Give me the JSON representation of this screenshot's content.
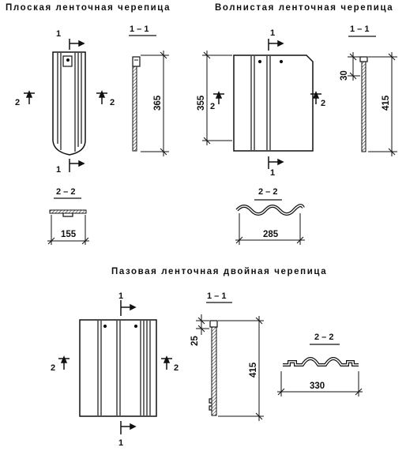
{
  "titles": {
    "flat": "Плоская ленточная черепица",
    "wavy": "Волнистая ленточная черепица",
    "groove": "Пазовая ленточная двойная черепица"
  },
  "flat": {
    "cut_top": "1",
    "cut_bottom": "1",
    "side_left": "2",
    "side_right": "2",
    "section_11": "1 – 1",
    "height": "365",
    "section_22": "2 – 2",
    "width": "155"
  },
  "wavy": {
    "cut_top": "1",
    "cut_bottom": "1",
    "side_left": "2",
    "side_right": "2",
    "height_front": "355",
    "section_11": "1 – 1",
    "lip": "30",
    "height": "415",
    "section_22": "2 – 2",
    "width": "285"
  },
  "groove": {
    "cut_top": "1",
    "cut_bottom": "1",
    "side_left": "2",
    "side_right": "2",
    "section_11": "1 – 1",
    "lip": "25",
    "height": "415",
    "section_22": "2 – 2",
    "width": "330"
  }
}
